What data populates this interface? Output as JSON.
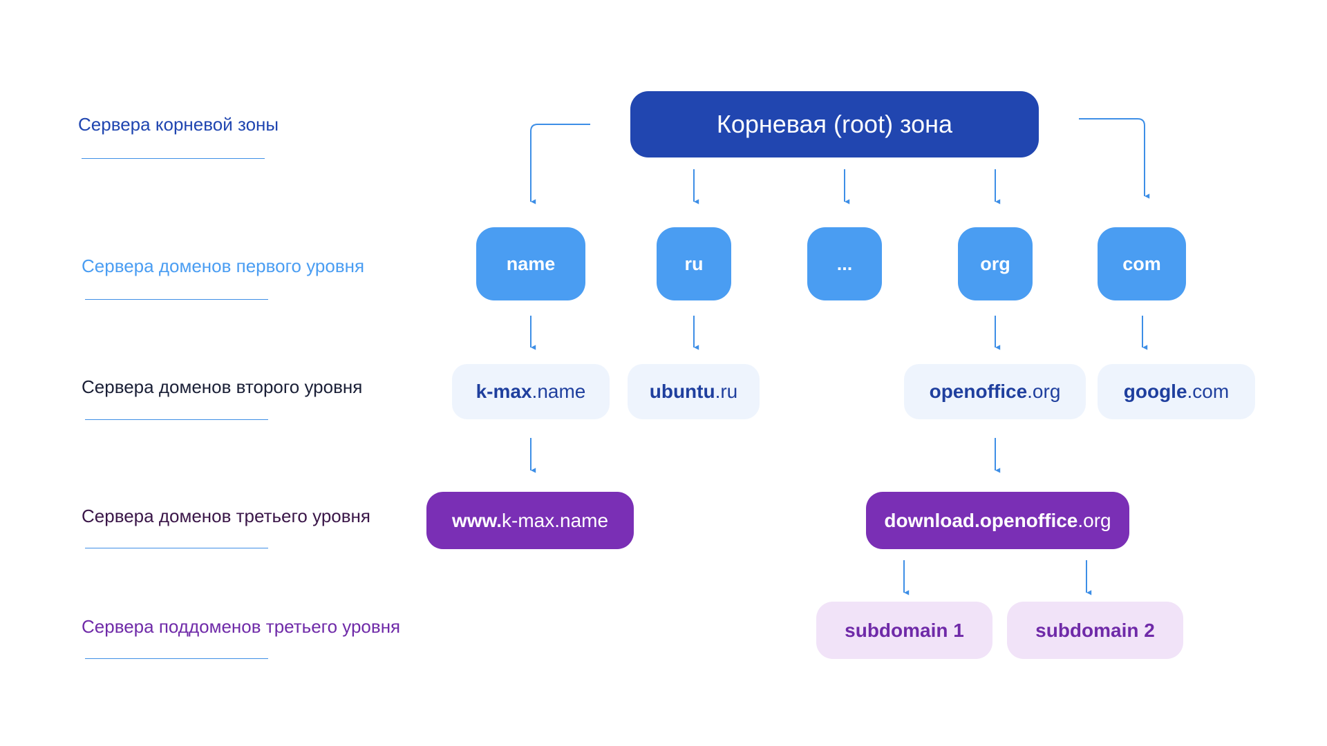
{
  "levels": {
    "root": {
      "label": "Сервера корневой зоны",
      "color": "#1f45b0"
    },
    "tld": {
      "label": "Сервера доменов первого уровня",
      "color": "#4a9df2"
    },
    "sld": {
      "label": "Сервера доменов второго уровня",
      "color": "#1a1f36"
    },
    "third": {
      "label": "Сервера доменов третьего уровня",
      "color": "#3a1648"
    },
    "sub": {
      "label": "Сервера поддоменов третьего уровня",
      "color": "#6f2aa8"
    }
  },
  "root_node": {
    "label": "Корневая (root) зона"
  },
  "tld_nodes": [
    "name",
    "ru",
    "...",
    "org",
    "com"
  ],
  "sld_nodes": [
    {
      "bold": "k-max",
      "rest": ".name"
    },
    {
      "bold": "ubuntu",
      "rest": ".ru"
    },
    {
      "bold": "openoffice",
      "rest": ".org"
    },
    {
      "bold": "google",
      "rest": ".com"
    }
  ],
  "third_nodes": [
    {
      "bold": "www.",
      "rest": "k-max.name"
    },
    {
      "bold": "download.openoffice",
      "rest": ".org"
    }
  ],
  "sub_nodes": [
    "subdomain 1",
    "subdomain 2"
  ],
  "colors": {
    "arrow": "#3d8ee6",
    "underline": "#3d8ee6"
  }
}
